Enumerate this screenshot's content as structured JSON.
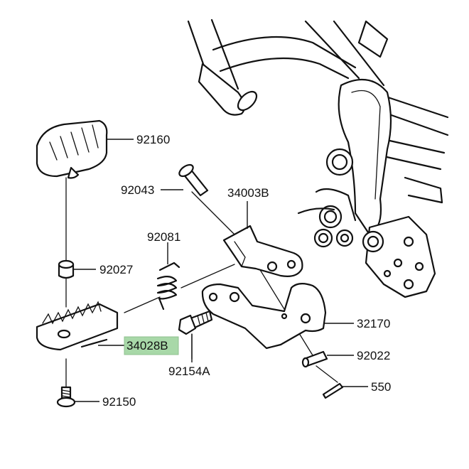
{
  "diagram": {
    "callouts": [
      {
        "id": "92160",
        "label": "92160"
      },
      {
        "id": "92043",
        "label": "92043"
      },
      {
        "id": "34003B",
        "label": "34003B"
      },
      {
        "id": "92081",
        "label": "92081"
      },
      {
        "id": "92027",
        "label": "92027"
      },
      {
        "id": "34028B",
        "label": "34028B",
        "highlighted": true
      },
      {
        "id": "32170",
        "label": "32170"
      },
      {
        "id": "92022",
        "label": "92022"
      },
      {
        "id": "92154A",
        "label": "92154A"
      },
      {
        "id": "550",
        "label": "550"
      },
      {
        "id": "92150",
        "label": "92150"
      }
    ],
    "highlight_color": "#a8d8a8"
  }
}
